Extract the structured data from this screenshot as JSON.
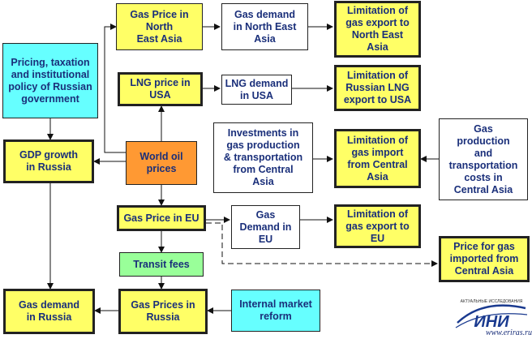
{
  "nodes": {
    "gas_price_ne_asia": "Gas Price in\nNorth\nEast Asia",
    "gas_demand_ne_asia": "Gas demand\nin North East\nAsia",
    "limit_export_ne_asia": "Limitation of\ngas export to\nNorth East\nAsia",
    "pricing_policy": "Pricing, taxation\nand institutional\npolicy of Russian\ngovernment",
    "lng_price_usa": "LNG price in\nUSA",
    "lng_demand_usa": "LNG demand\nin USA",
    "limit_lng_usa": "Limitation of\nRussian LNG\nexport to USA",
    "gdp_growth": "GDP growth\nin Russia",
    "world_oil_prices": "World oil\nprices",
    "investments_central_asia": "Investments in\ngas production\n& transportation\nfrom Central\nAsia",
    "limit_import_central_asia": "Limitation of\ngas import\nfrom Central\nAsia",
    "production_costs_central_asia": "Gas\nproduction\nand\ntransportation\ncosts in\nCentral Asia",
    "gas_price_eu": "Gas Price in EU",
    "gas_demand_eu": "Gas\nDemand in\nEU",
    "limit_export_eu": "Limitation of\ngas export to\nEU",
    "price_imported_central_asia": "Price for gas\nimported from\nCentral Asia",
    "transit_fees": "Transit fees",
    "gas_demand_russia": "Gas demand\nin Russia",
    "gas_prices_russia": "Gas Prices in\nRussia",
    "internal_market_reform": "Internal market\nreform"
  },
  "logo": {
    "tagline": "АКТУАЛЬНЫЕ ИССЛЕДОВАНИЯ",
    "mark": "ИНИ",
    "url": "www.eriras.ru"
  },
  "colors": {
    "text": "#1a2f7a",
    "yellow": "#ffff66",
    "cyan": "#66ffff",
    "orange": "#ff9933",
    "green": "#99ff99",
    "logo_blue": "#1a3a8f"
  }
}
